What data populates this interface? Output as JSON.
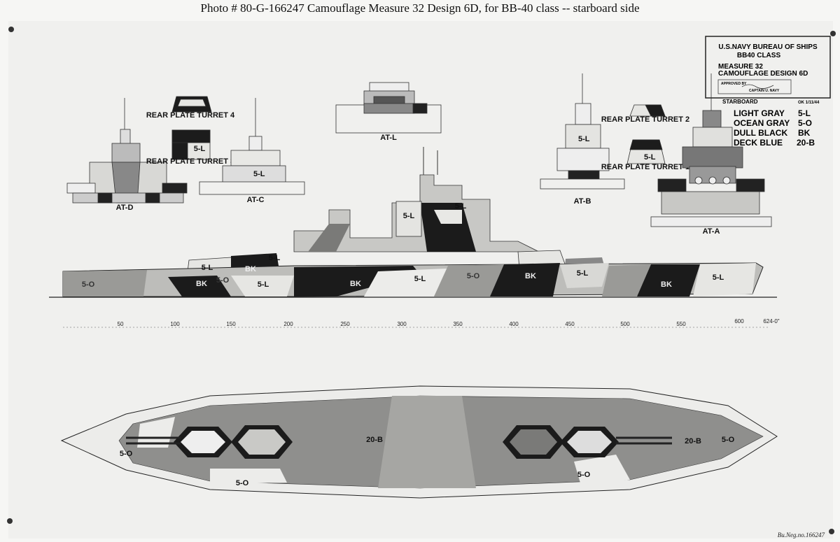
{
  "caption": "Photo # 80-G-166247     Camouflage Measure 32 Design 6D, for BB-40 class -- starboard side",
  "title_block": {
    "line1": "U.S.NAVY BUREAU OF SHIPS",
    "line2": "BB40 CLASS",
    "line3": "MEASURE 32",
    "line4": "CAMOUFLAGE DESIGN 6D",
    "approved": "APPROVED BY",
    "signer": "CAPTAIN U. NAVY",
    "side": "STARBOARD",
    "date": "OK 1/11/44"
  },
  "legend": [
    {
      "label": "LIGHT GRAY",
      "code": "5-L",
      "color": "#d9d9d6"
    },
    {
      "label": "OCEAN GRAY",
      "code": "5-O",
      "color": "#9a9a97"
    },
    {
      "label": "DULL BLACK",
      "code": "BK",
      "color": "#1b1b1b"
    },
    {
      "label": "DECK BLUE",
      "code": "20-B",
      "color": "#7d7d7b"
    }
  ],
  "views": {
    "at_d": "AT-D",
    "at_c": "AT-C",
    "at_l": "AT-L",
    "at_b": "AT-B",
    "at_a": "AT-A",
    "rear_plate_4": "REAR PLATE TURRET 4",
    "rear_plate_3": "REAR PLATE TURRET 3",
    "rear_plate_2": "REAR PLATE TURRET 2",
    "rear_plate_1": "REAR PLATE TURRET 1"
  },
  "profile_labels": {
    "bk1": "BK",
    "bk2": "BK",
    "bk3": "BK",
    "bk4": "BK",
    "bk5": "BK",
    "l1": "5-L",
    "l2": "5-L",
    "l3": "5-L",
    "l4": "5-L",
    "l5": "5-L",
    "l6": "5-L",
    "l7": "5-L",
    "l8": "5-L",
    "o1": "5-O",
    "o2": "5-O",
    "o3": "5-O"
  },
  "scale_ticks": [
    "50",
    "100",
    "150",
    "200",
    "250",
    "300",
    "350",
    "400",
    "450",
    "500",
    "550",
    "600",
    "624-0\""
  ],
  "plan_labels": {
    "deck1": "20-B",
    "deck2": "20-B",
    "o_bow": "5-O",
    "o_stern": "5-O",
    "o_mid": "5-O",
    "o_low": "5-O"
  },
  "stamp": "Bu.Neg.no.166247"
}
